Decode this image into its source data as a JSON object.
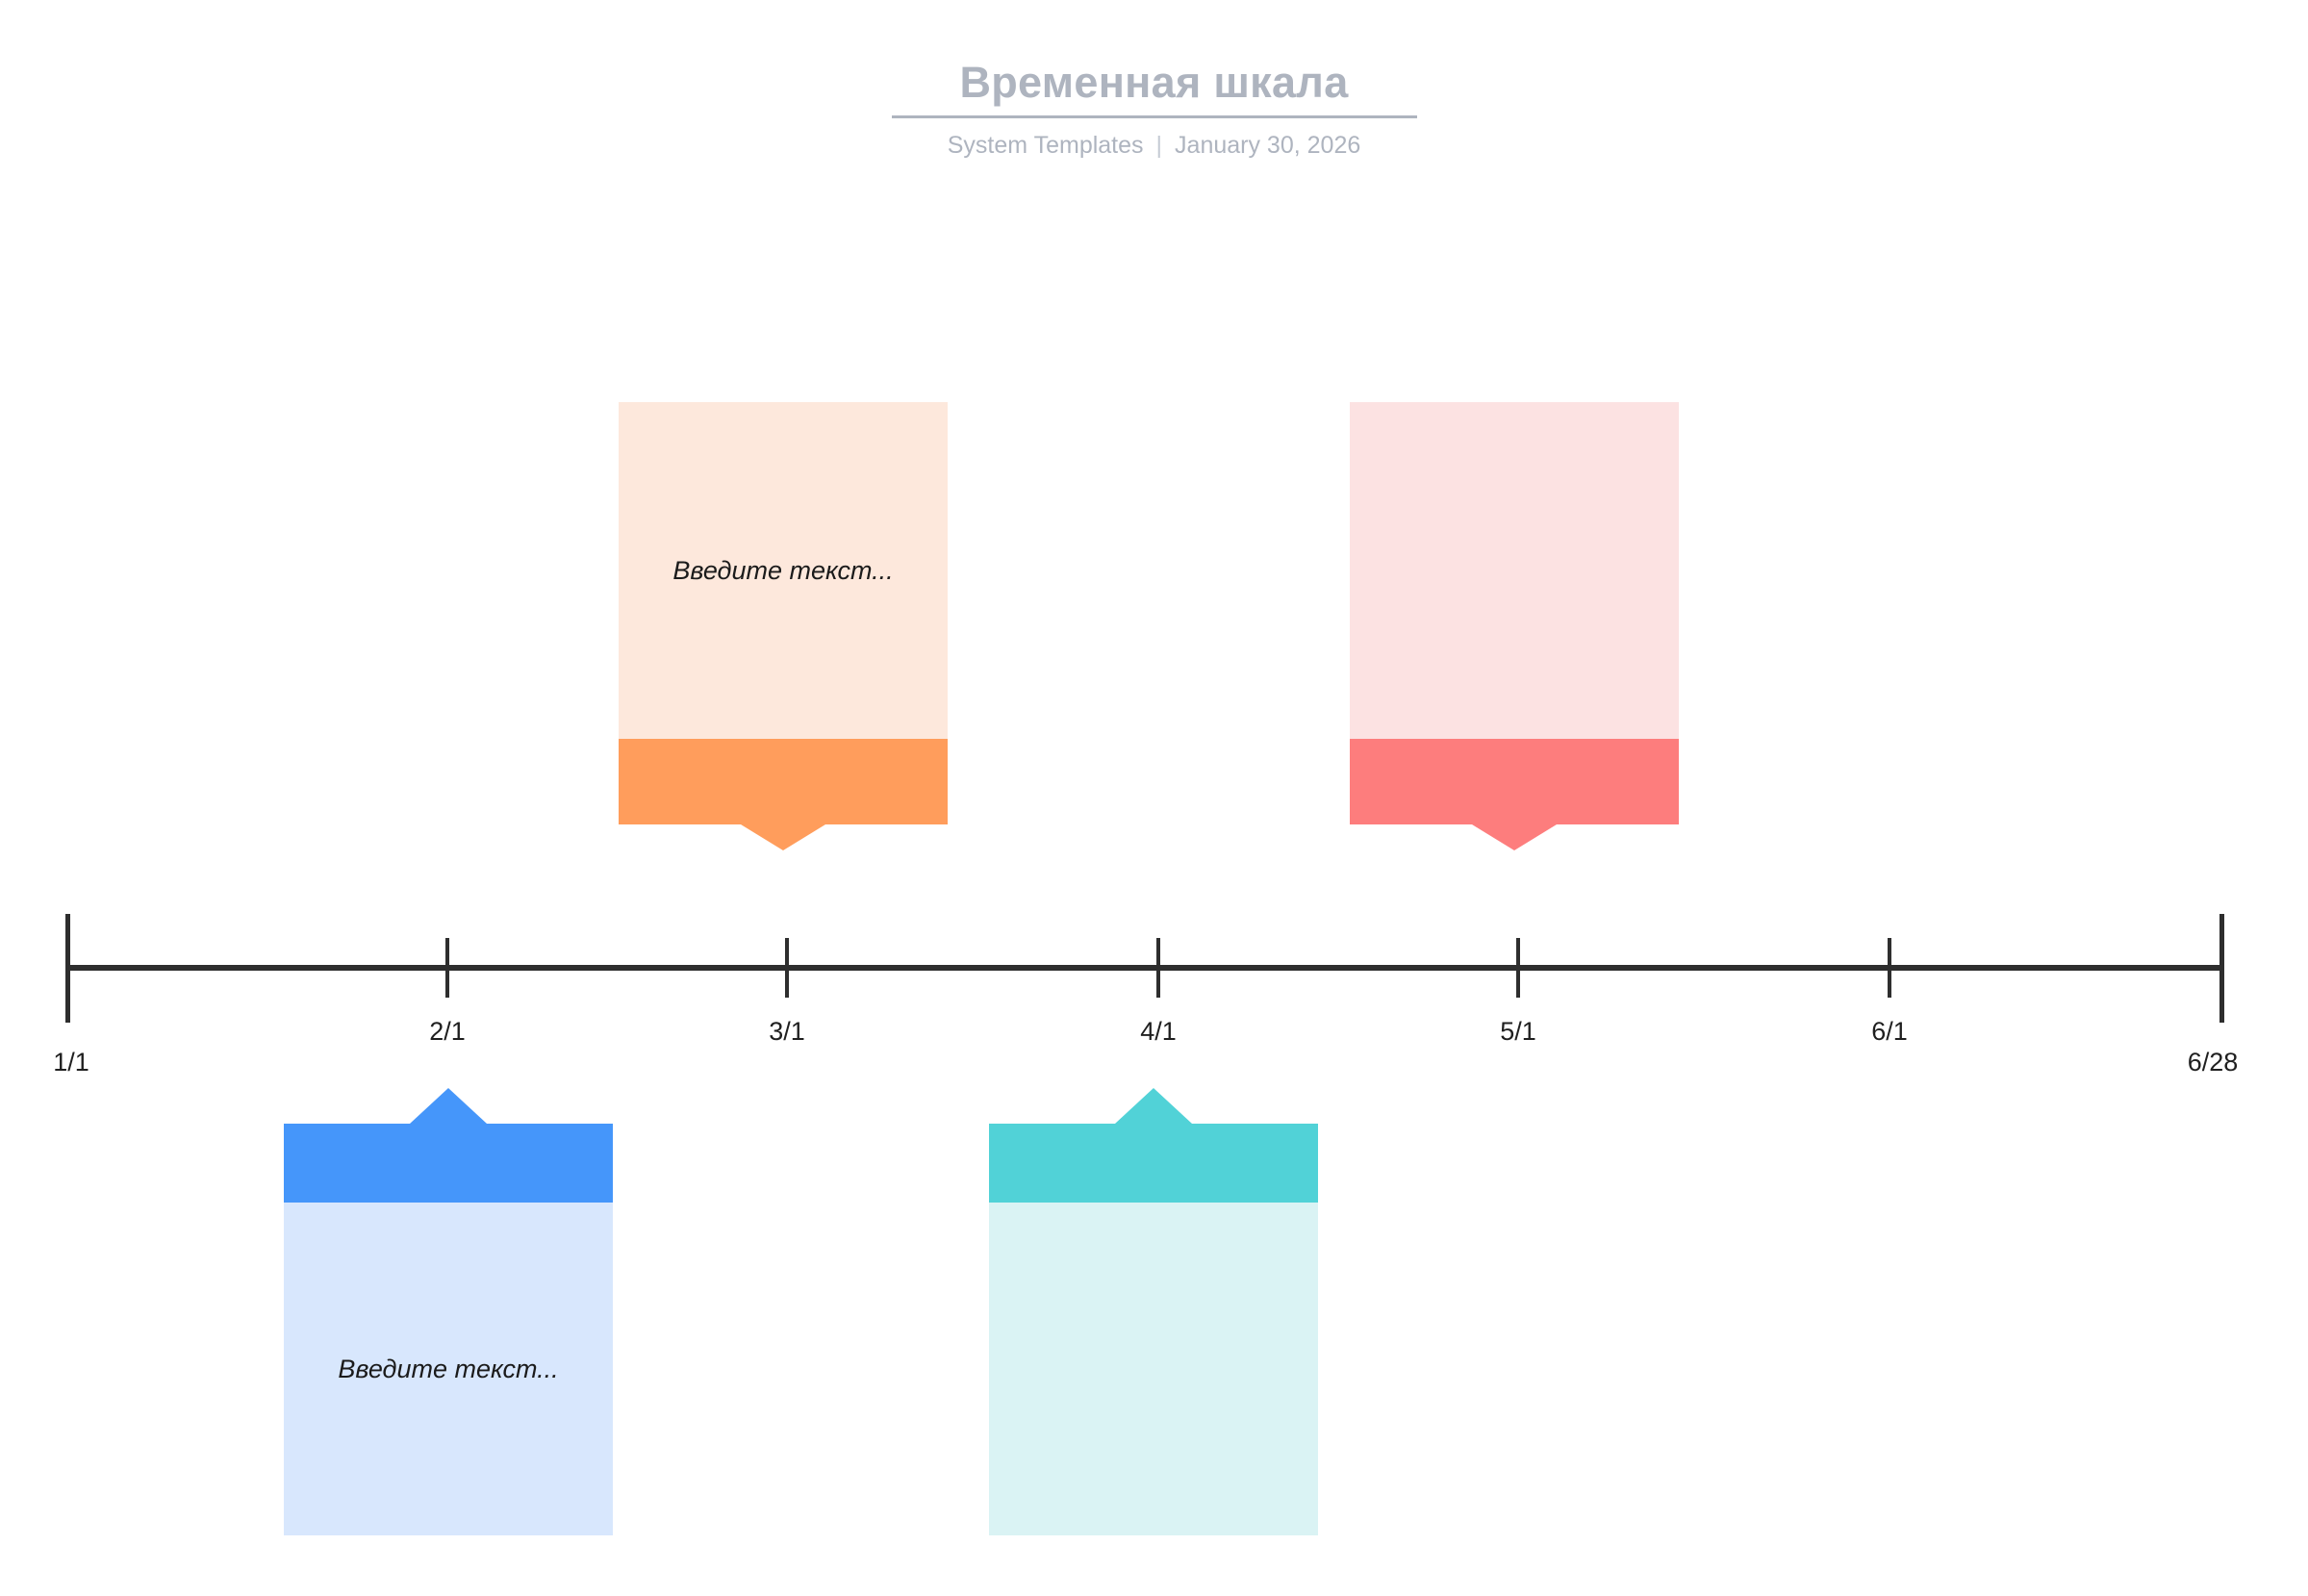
{
  "header": {
    "title": "Временная шкала",
    "source": "System Templates",
    "separator": "|",
    "date": "January 30, 2026"
  },
  "axis": {
    "start_label": "1/1",
    "end_label": "6/28",
    "ticks": [
      {
        "label": "2/1"
      },
      {
        "label": "3/1"
      },
      {
        "label": "4/1"
      },
      {
        "label": "5/1"
      },
      {
        "label": "6/1"
      }
    ]
  },
  "events": [
    {
      "id": "event-orange",
      "position": "above",
      "text": "Введите текст...",
      "band_color": "#FF9D5C",
      "body_color": "#FDE8DC"
    },
    {
      "id": "event-pink",
      "position": "above",
      "text": "",
      "band_color": "#FD7D7D",
      "body_color": "#FCE2E2"
    },
    {
      "id": "event-blue",
      "position": "below",
      "text": "Введите текст...",
      "band_color": "#4596FA",
      "body_color": "#D8E7FD"
    },
    {
      "id": "event-teal",
      "position": "below",
      "text": "",
      "band_color": "#51D2D7",
      "body_color": "#DAF3F4"
    }
  ],
  "theme": {
    "axis_color": "#2E2E2E",
    "header_color": "#AEB4BF",
    "background": "#FFFFFF"
  }
}
